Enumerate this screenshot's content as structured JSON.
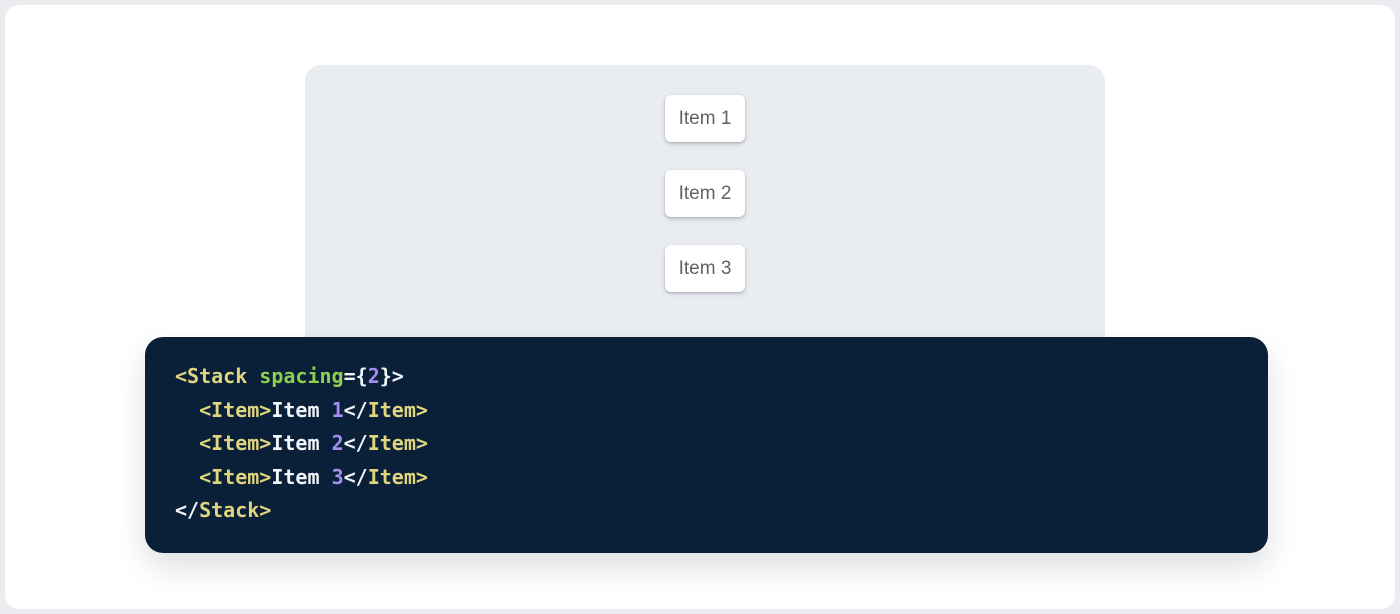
{
  "theme": {
    "outer_bg": "#eaecef",
    "page_bg": "#ffffff",
    "panel_bg": "#e9ecf1",
    "item_text": "#5f6368",
    "code_bg": "#0a1f38"
  },
  "demo": {
    "items": [
      {
        "label": "Item 1"
      },
      {
        "label": "Item 2"
      },
      {
        "label": "Item 3"
      }
    ]
  },
  "code": {
    "colors": {
      "plain": "#f2f5f9",
      "tag": "#dfd57e",
      "attr": "#8bd04f",
      "num": "#a78df2"
    },
    "lines": [
      {
        "tokens": [
          [
            "tag",
            "<Stack"
          ],
          [
            "plain",
            " "
          ],
          [
            "attr",
            "spacing"
          ],
          [
            "plain",
            "={"
          ],
          [
            "num",
            "2"
          ],
          [
            "plain",
            "}>"
          ]
        ]
      },
      {
        "tokens": [
          [
            "plain",
            "  "
          ],
          [
            "tag",
            "<Item>"
          ],
          [
            "plain",
            "Item "
          ],
          [
            "num",
            "1"
          ],
          [
            "plain",
            "</"
          ],
          [
            "tag",
            "Item>"
          ]
        ]
      },
      {
        "tokens": [
          [
            "plain",
            "  "
          ],
          [
            "tag",
            "<Item>"
          ],
          [
            "plain",
            "Item "
          ],
          [
            "num",
            "2"
          ],
          [
            "plain",
            "</"
          ],
          [
            "tag",
            "Item>"
          ]
        ]
      },
      {
        "tokens": [
          [
            "plain",
            "  "
          ],
          [
            "tag",
            "<Item>"
          ],
          [
            "plain",
            "Item "
          ],
          [
            "num",
            "3"
          ],
          [
            "plain",
            "</"
          ],
          [
            "tag",
            "Item>"
          ]
        ]
      },
      {
        "tokens": [
          [
            "plain",
            "</"
          ],
          [
            "tag",
            "Stack>"
          ]
        ]
      }
    ]
  }
}
